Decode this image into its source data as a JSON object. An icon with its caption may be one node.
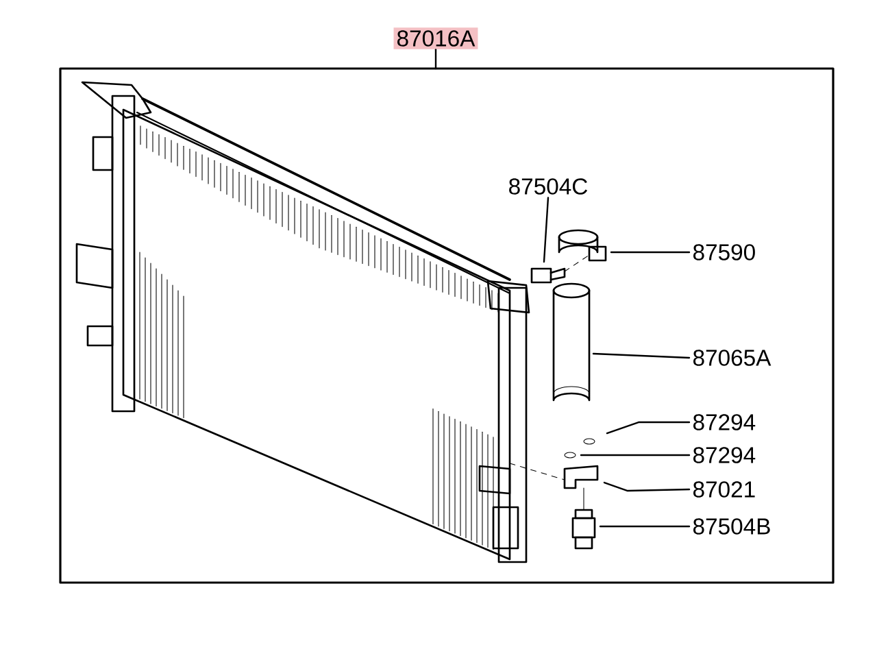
{
  "diagram": {
    "nodes": [
      {
        "text": [
          "87016A"
        ]
      },
      {
        "text": [
          "87504C"
        ]
      },
      {
        "text": [
          "87590"
        ]
      },
      {
        "text": [
          "87065A"
        ]
      },
      {
        "text": [
          "87294"
        ]
      },
      {
        "text": [
          "87294"
        ]
      },
      {
        "text": [
          "87021"
        ]
      },
      {
        "text": [
          "87504B"
        ]
      }
    ],
    "edges": [
      {
        "from": 0,
        "to": null,
        "arrow": "none"
      },
      {
        "from": 1,
        "to": null,
        "arrow": "none"
      },
      {
        "from": 2,
        "to": null,
        "arrow": "none"
      },
      {
        "from": 3,
        "to": null,
        "arrow": "none"
      },
      {
        "from": 4,
        "to": null,
        "arrow": "none"
      },
      {
        "from": 5,
        "to": null,
        "arrow": "none"
      },
      {
        "from": 6,
        "to": null,
        "arrow": "none"
      },
      {
        "from": 7,
        "to": null,
        "arrow": "none"
      }
    ]
  }
}
